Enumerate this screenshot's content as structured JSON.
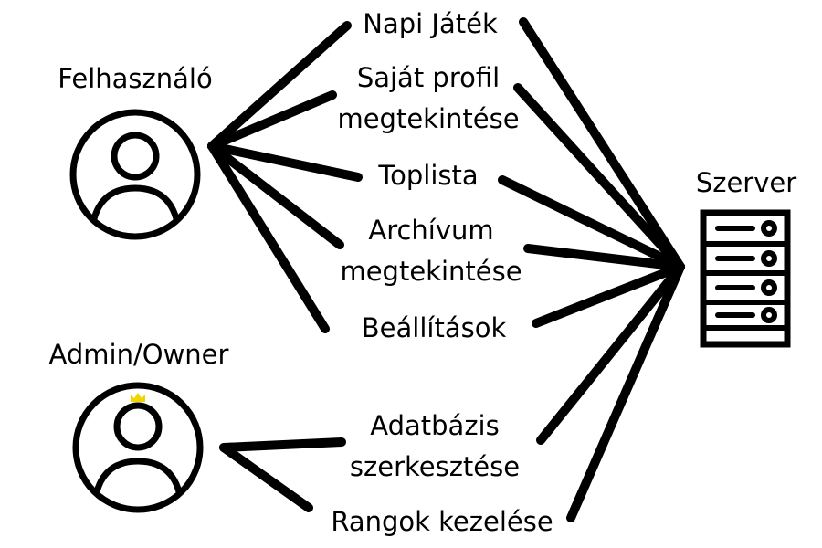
{
  "actors": {
    "user": {
      "label": "Felhasználó"
    },
    "admin": {
      "label": "Admin/Owner"
    },
    "server": {
      "label": "Szerver"
    }
  },
  "features": {
    "daily_game": "Napi Játék",
    "own_profile_1": "Saját profil",
    "own_profile_2": "megtekintése",
    "toplist": "Toplista",
    "archive_1": "Archívum",
    "archive_2": "megtekintése",
    "settings": "Beállítások",
    "db_edit_1": "Adatbázis",
    "db_edit_2": "szerkesztése",
    "ranks": "Rangok kezelése"
  },
  "colors": {
    "line": "#000000",
    "crown": "#f2d500",
    "background": "#ffffff"
  },
  "icons": {
    "user": "user-circle-icon",
    "admin": "admin-user-with-crown-icon",
    "server": "server-rack-icon"
  }
}
